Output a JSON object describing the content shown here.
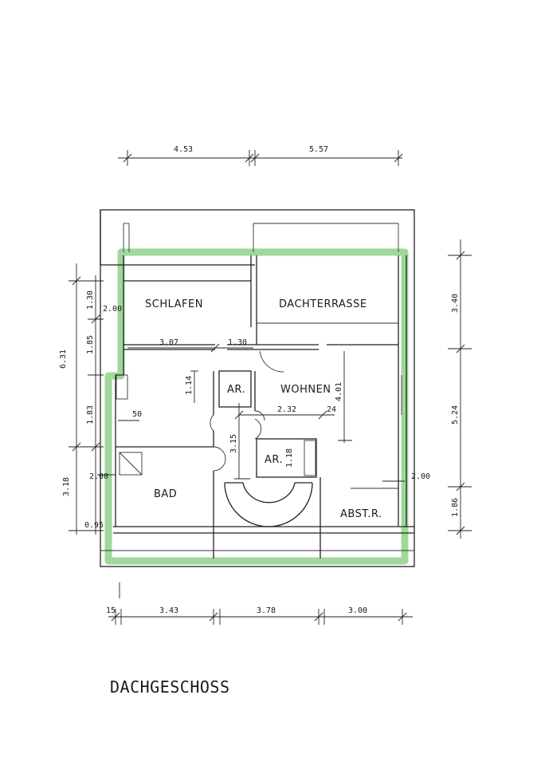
{
  "title": "DACHGESCHOSS",
  "rooms": {
    "schlafen": "SCHLAFEN",
    "dachterrasse": "DACHTERRASSE",
    "wohnen": "WOHNEN",
    "ar1": "AR.",
    "ar2": "AR.",
    "bad": "BAD",
    "abstr": "ABST.R."
  },
  "dims_top": {
    "d1": "4.53",
    "d2": "5.57"
  },
  "dims_bottom": {
    "d1": "15",
    "d2": "3.43",
    "d3": "3.78",
    "d4": "3.00"
  },
  "dims_left": {
    "total": "6.31",
    "d130": "1.30",
    "d185": "1.85",
    "d183": "1.83",
    "d318": "3.18",
    "d095": "0.95"
  },
  "dims_right": {
    "d340": "3.40",
    "d524": "5.24",
    "d186": "1.86"
  },
  "dims_inner": {
    "w200a": "2.00",
    "w307": "3.07",
    "w130": "1.30",
    "w114": "1.14",
    "w50": "50",
    "w232": "2.32",
    "w24": "24",
    "w401": "4.01",
    "w315": "3.15",
    "w118": "1.18",
    "w200b": "2.00",
    "w200c": "2.00"
  },
  "colors": {
    "outline": "#8fd18a",
    "ink": "#222222"
  }
}
